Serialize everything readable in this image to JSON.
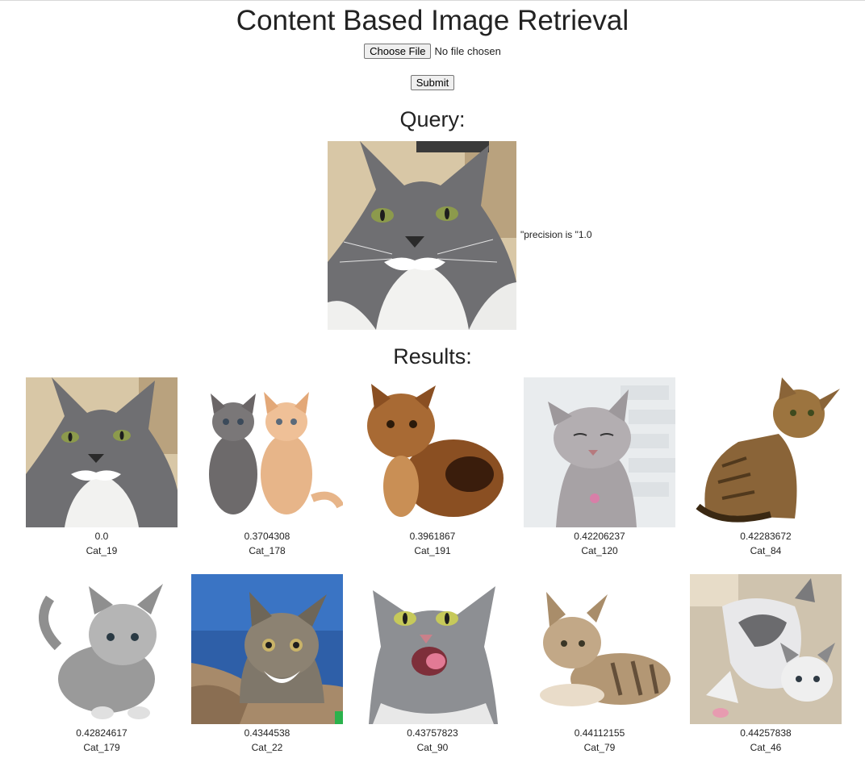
{
  "page": {
    "title": "Content Based Image Retrieval"
  },
  "upload": {
    "choose_file_label": "Choose File",
    "file_status": "No file chosen",
    "submit_label": "Submit"
  },
  "query": {
    "heading": "Query:",
    "image_icon": "gray-white-cat-face-photo",
    "precision_text": "\"precision is \"1.0"
  },
  "results": {
    "heading": "Results:",
    "items": [
      {
        "score": "0.0",
        "label": "Cat_19",
        "image_icon": "gray-white-cat-face-photo"
      },
      {
        "score": "0.3704308",
        "label": "Cat_178",
        "image_icon": "two-kittens-photo"
      },
      {
        "score": "0.3961867",
        "label": "Cat_191",
        "image_icon": "brown-fluffy-cat-photo"
      },
      {
        "score": "0.42206237",
        "label": "Cat_120",
        "image_icon": "squinting-tabby-cat-photo"
      },
      {
        "score": "0.42283672",
        "label": "Cat_84",
        "image_icon": "sitting-tabby-cat-photo"
      },
      {
        "score": "0.42824617",
        "label": "Cat_179",
        "image_icon": "gray-kitten-photo"
      },
      {
        "score": "0.4344538",
        "label": "Cat_22",
        "image_icon": "tabby-kitten-blanket-photo"
      },
      {
        "score": "0.43757823",
        "label": "Cat_90",
        "image_icon": "cat-licking-lips-photo"
      },
      {
        "score": "0.44112155",
        "label": "Cat_79",
        "image_icon": "lying-tabby-kitten-photo"
      },
      {
        "score": "0.44257838",
        "label": "Cat_46",
        "image_icon": "playful-kittens-photo"
      }
    ]
  }
}
